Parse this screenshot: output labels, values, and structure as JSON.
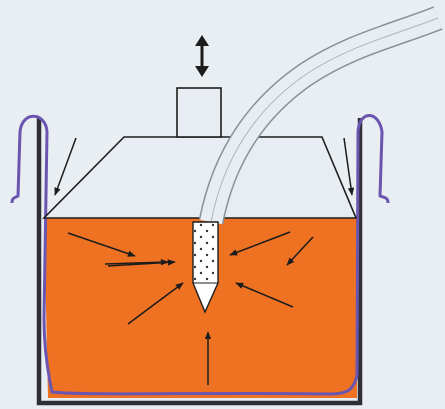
{
  "colors": {
    "background": "#e9eef3",
    "liquid": "#ee7222",
    "container_wall": "#2e2e34",
    "liner": "#6a56b0",
    "hood": "#e7edf3",
    "outline": "#1e1e1e",
    "tube_fill": "#e7edf3",
    "tube_outline": "#8a9097",
    "probe_fill": "#ffffff",
    "arrow": "#1c1c1c"
  },
  "icons": {
    "vertical_motion": "up-down-arrow-icon",
    "flow_direction": "arrow-icon"
  },
  "components": [
    "container",
    "flexible-liner",
    "liquid-bath",
    "hood",
    "top-block",
    "suction-tube",
    "filter-probe"
  ]
}
